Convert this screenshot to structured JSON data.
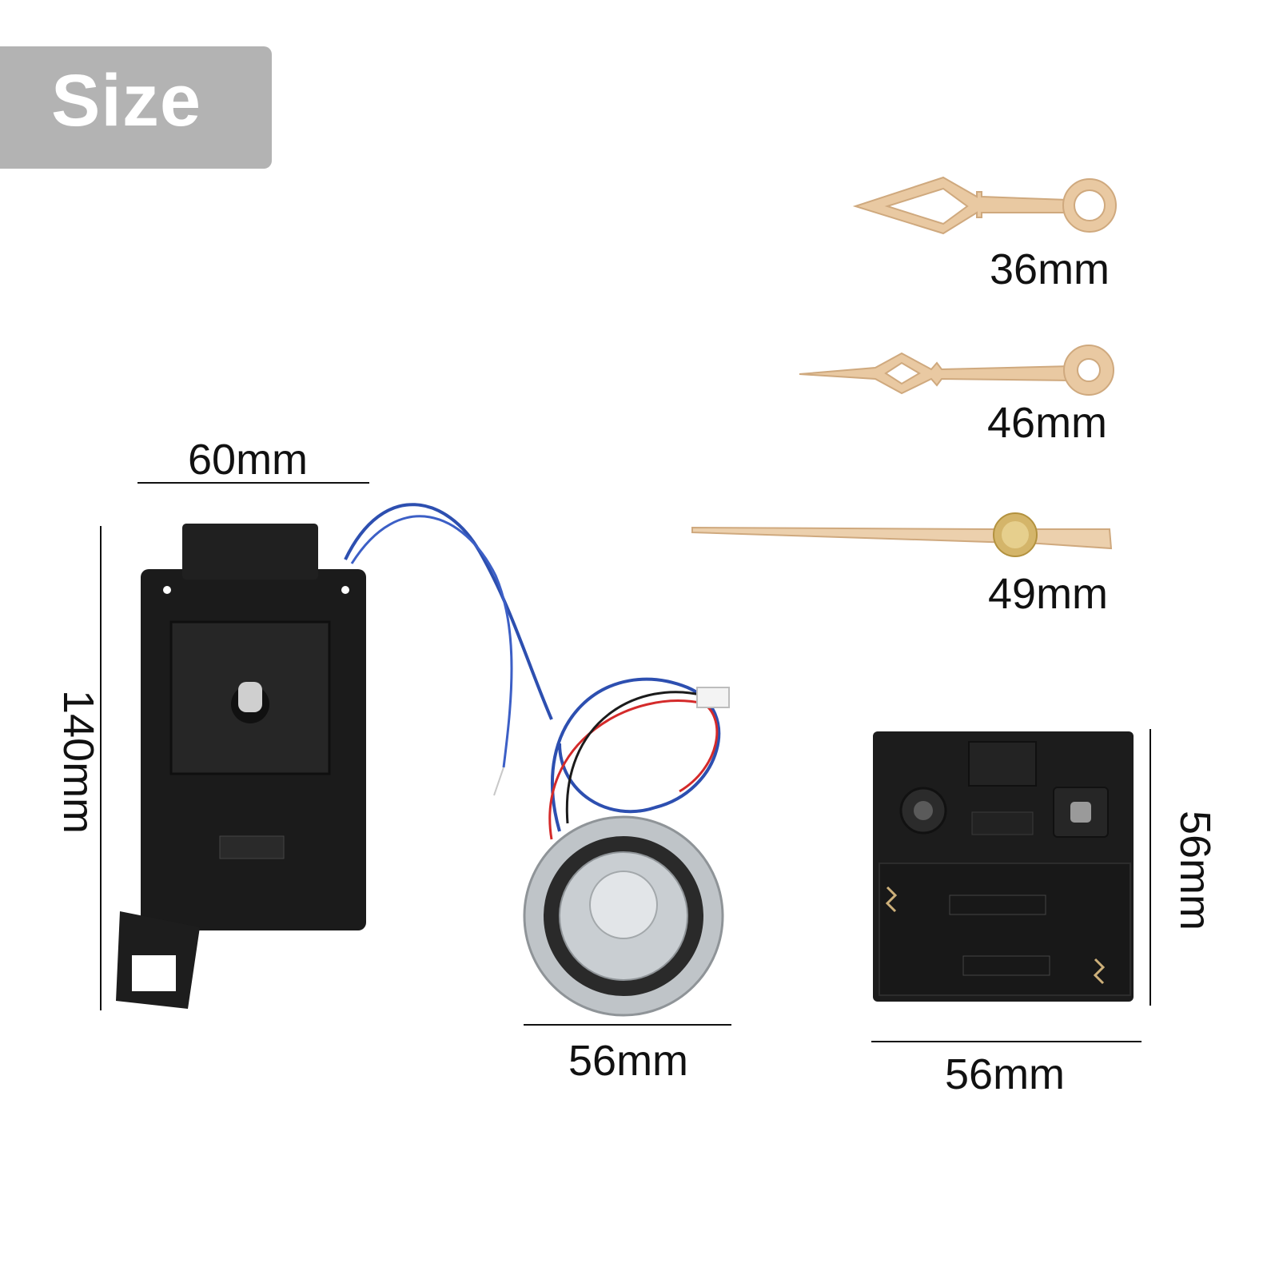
{
  "badge": {
    "label": "Size",
    "color": "#b3b3b3"
  },
  "dimensions": {
    "hour_hand": "36mm",
    "minute_hand": "46mm",
    "second_hand": "49mm",
    "pendulum_movement_width": "60mm",
    "pendulum_movement_height": "140mm",
    "speaker_diameter": "56mm",
    "chime_box_width": "56mm",
    "chime_box_height": "56mm"
  },
  "colors": {
    "hand_gold": "#e9c9a2",
    "brass": "#d4b56a",
    "movement_black": "#1b1b1b",
    "wire_blue": "#2d4fb0",
    "wire_red": "#d42a2a"
  }
}
